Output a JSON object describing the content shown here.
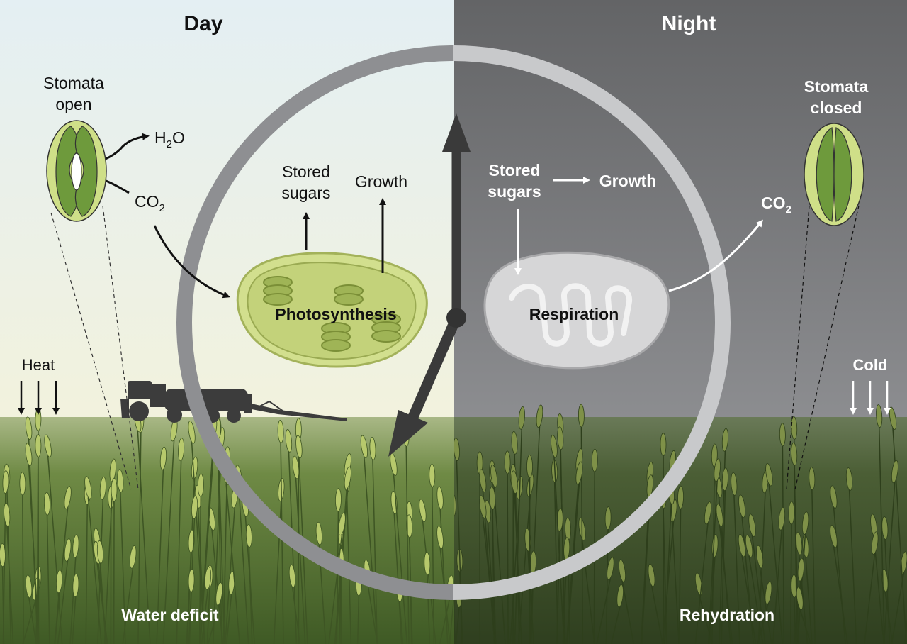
{
  "header": {
    "day": "Day",
    "night": "Night"
  },
  "day_side": {
    "stomata": {
      "line1": "Stomata",
      "line2": "open"
    },
    "h2o": {
      "base": "H",
      "sub": "2",
      "tail": "O"
    },
    "co2": {
      "base": "CO",
      "sub": "2"
    },
    "stored_sugars": {
      "line1": "Stored",
      "line2": "sugars"
    },
    "growth": "Growth",
    "process": "Photosynthesis",
    "heat": "Heat",
    "footer": "Water deficit"
  },
  "night_side": {
    "stomata": {
      "line1": "Stomata",
      "line2": "closed"
    },
    "co2": {
      "base": "CO",
      "sub": "2"
    },
    "stored_sugars": {
      "line1": "Stored",
      "line2": "sugars"
    },
    "growth": "Growth",
    "process": "Respiration",
    "cold": "Cold",
    "footer": "Rehydration"
  },
  "colors": {
    "day_sky_top": "#e3eef2",
    "day_sky_bottom": "#f1f1dc",
    "night_sky_top": "#666769",
    "night_sky_bottom": "#8a8b8e",
    "field_green": "#5f7a3c",
    "chloroplast": "#cfdc8a",
    "mitochondrion": "#d9d9d9",
    "clock_hand": "#3a3a3a"
  }
}
